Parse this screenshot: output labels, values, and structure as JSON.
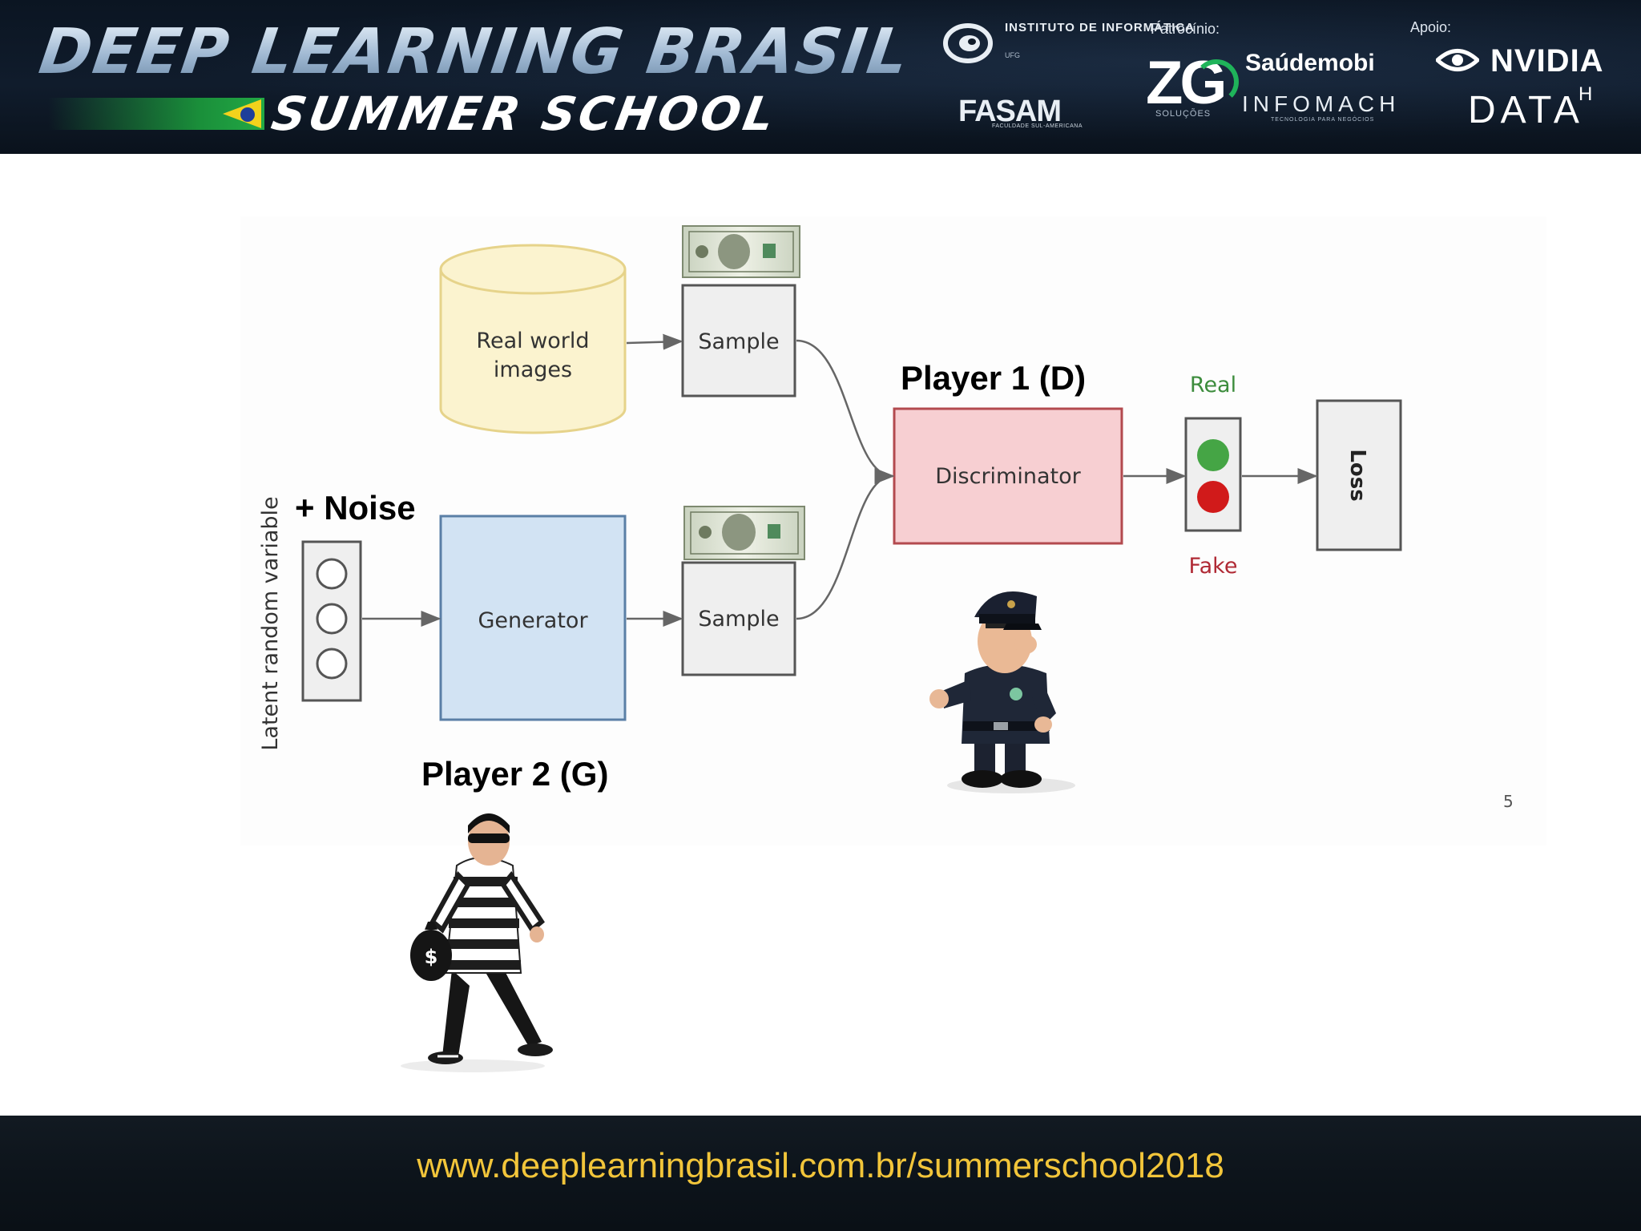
{
  "header": {
    "title_line1": "DEEP LEARNING BRASIL",
    "title_line2": "SUMMER SCHOOL",
    "institute_name": "INSTITUTO DE INFORMÁTICA",
    "institute_sub": "UFG",
    "fasam": "FASAM",
    "fasam_sub": "FACULDADE SUL-AMERICANA",
    "sponsor_label": "Patrocínio:",
    "support_label": "Apoio:",
    "zg": "ZG",
    "zg_sub": "SOLUÇÕES",
    "saudemobi": "Saúdemobi",
    "infomach": "INFOMACH",
    "infomach_sub": "TECNOLOGIA PARA NEGÓCIOS",
    "nvidia": "NVIDIA",
    "datah": "DATA",
    "datah_sup": "H"
  },
  "diagram": {
    "real_world_images": [
      "Real world",
      "images"
    ],
    "sample_top": "Sample",
    "sample_bottom": "Sample",
    "generator": "Generator",
    "discriminator": "Discriminator",
    "latent_label": "Latent random variable",
    "real_label": "Real",
    "fake_label": "Fake",
    "loss_label": "Loss",
    "page_number": "5",
    "colors": {
      "cylinder_fill": "#fbf3cf",
      "cylinder_stroke": "#e6d38a",
      "generator_fill": "#d2e3f3",
      "generator_stroke": "#5a7fa6",
      "discriminator_fill": "#f7cfd2",
      "discriminator_stroke": "#b34a4f",
      "real_color": "#3c8c3c",
      "fake_color": "#b02a35",
      "light_green": "#45a545",
      "light_red": "#d11a1a"
    }
  },
  "labels": {
    "noise": "+ Noise",
    "player1": "Player 1 (D)",
    "player2": "Player 2 (G)"
  },
  "footer": {
    "url": "www.deeplearningbrasil.com.br/summerschool2018"
  }
}
